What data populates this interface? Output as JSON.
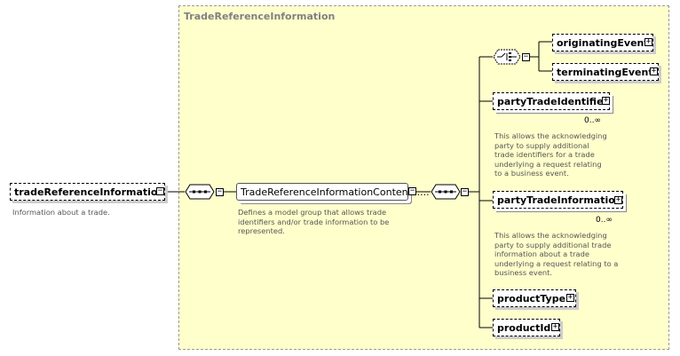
{
  "root": {
    "label": "tradeReferenceInformation",
    "toggle": "−",
    "description": "Information about a trade."
  },
  "group": {
    "title": "TradeReferenceInformation",
    "model_group": {
      "label": "TradeReferenceInformationContents....",
      "toggle": "−",
      "description": "Defines a model group that allows trade\nidentifiers and/or trade information to be\nrepresented."
    },
    "sequence_toggle": "−",
    "choice_toggle": "−",
    "elements": [
      {
        "label": "originatingEvent",
        "toggle": "+"
      },
      {
        "label": "terminatingEvent",
        "toggle": "+"
      },
      {
        "label": "partyTradeIdentifier",
        "toggle": "+",
        "multiplicity": "0..∞",
        "description": "This allows the acknowledging\nparty to supply additional\ntrade identifiers for a trade\nunderlying a request relating\nto a business event."
      },
      {
        "label": "partyTradeInformation",
        "toggle": "+",
        "multiplicity": "0..∞",
        "description": "This allows the acknowledging\nparty to supply additional trade\ninformation about a trade\nunderlying a request relating to a\nbusiness event."
      },
      {
        "label": "productType",
        "toggle": "+"
      },
      {
        "label": "productId",
        "toggle": "+"
      }
    ]
  },
  "colors": {
    "group_background": "#ffffcc",
    "group_border": "#999999",
    "title_text": "#808080",
    "description_text": "#555555"
  },
  "icons": {
    "sequence": "sequence-compositor-icon",
    "choice": "choice-compositor-icon",
    "expand": "plus-icon",
    "collapse": "minus-icon"
  }
}
